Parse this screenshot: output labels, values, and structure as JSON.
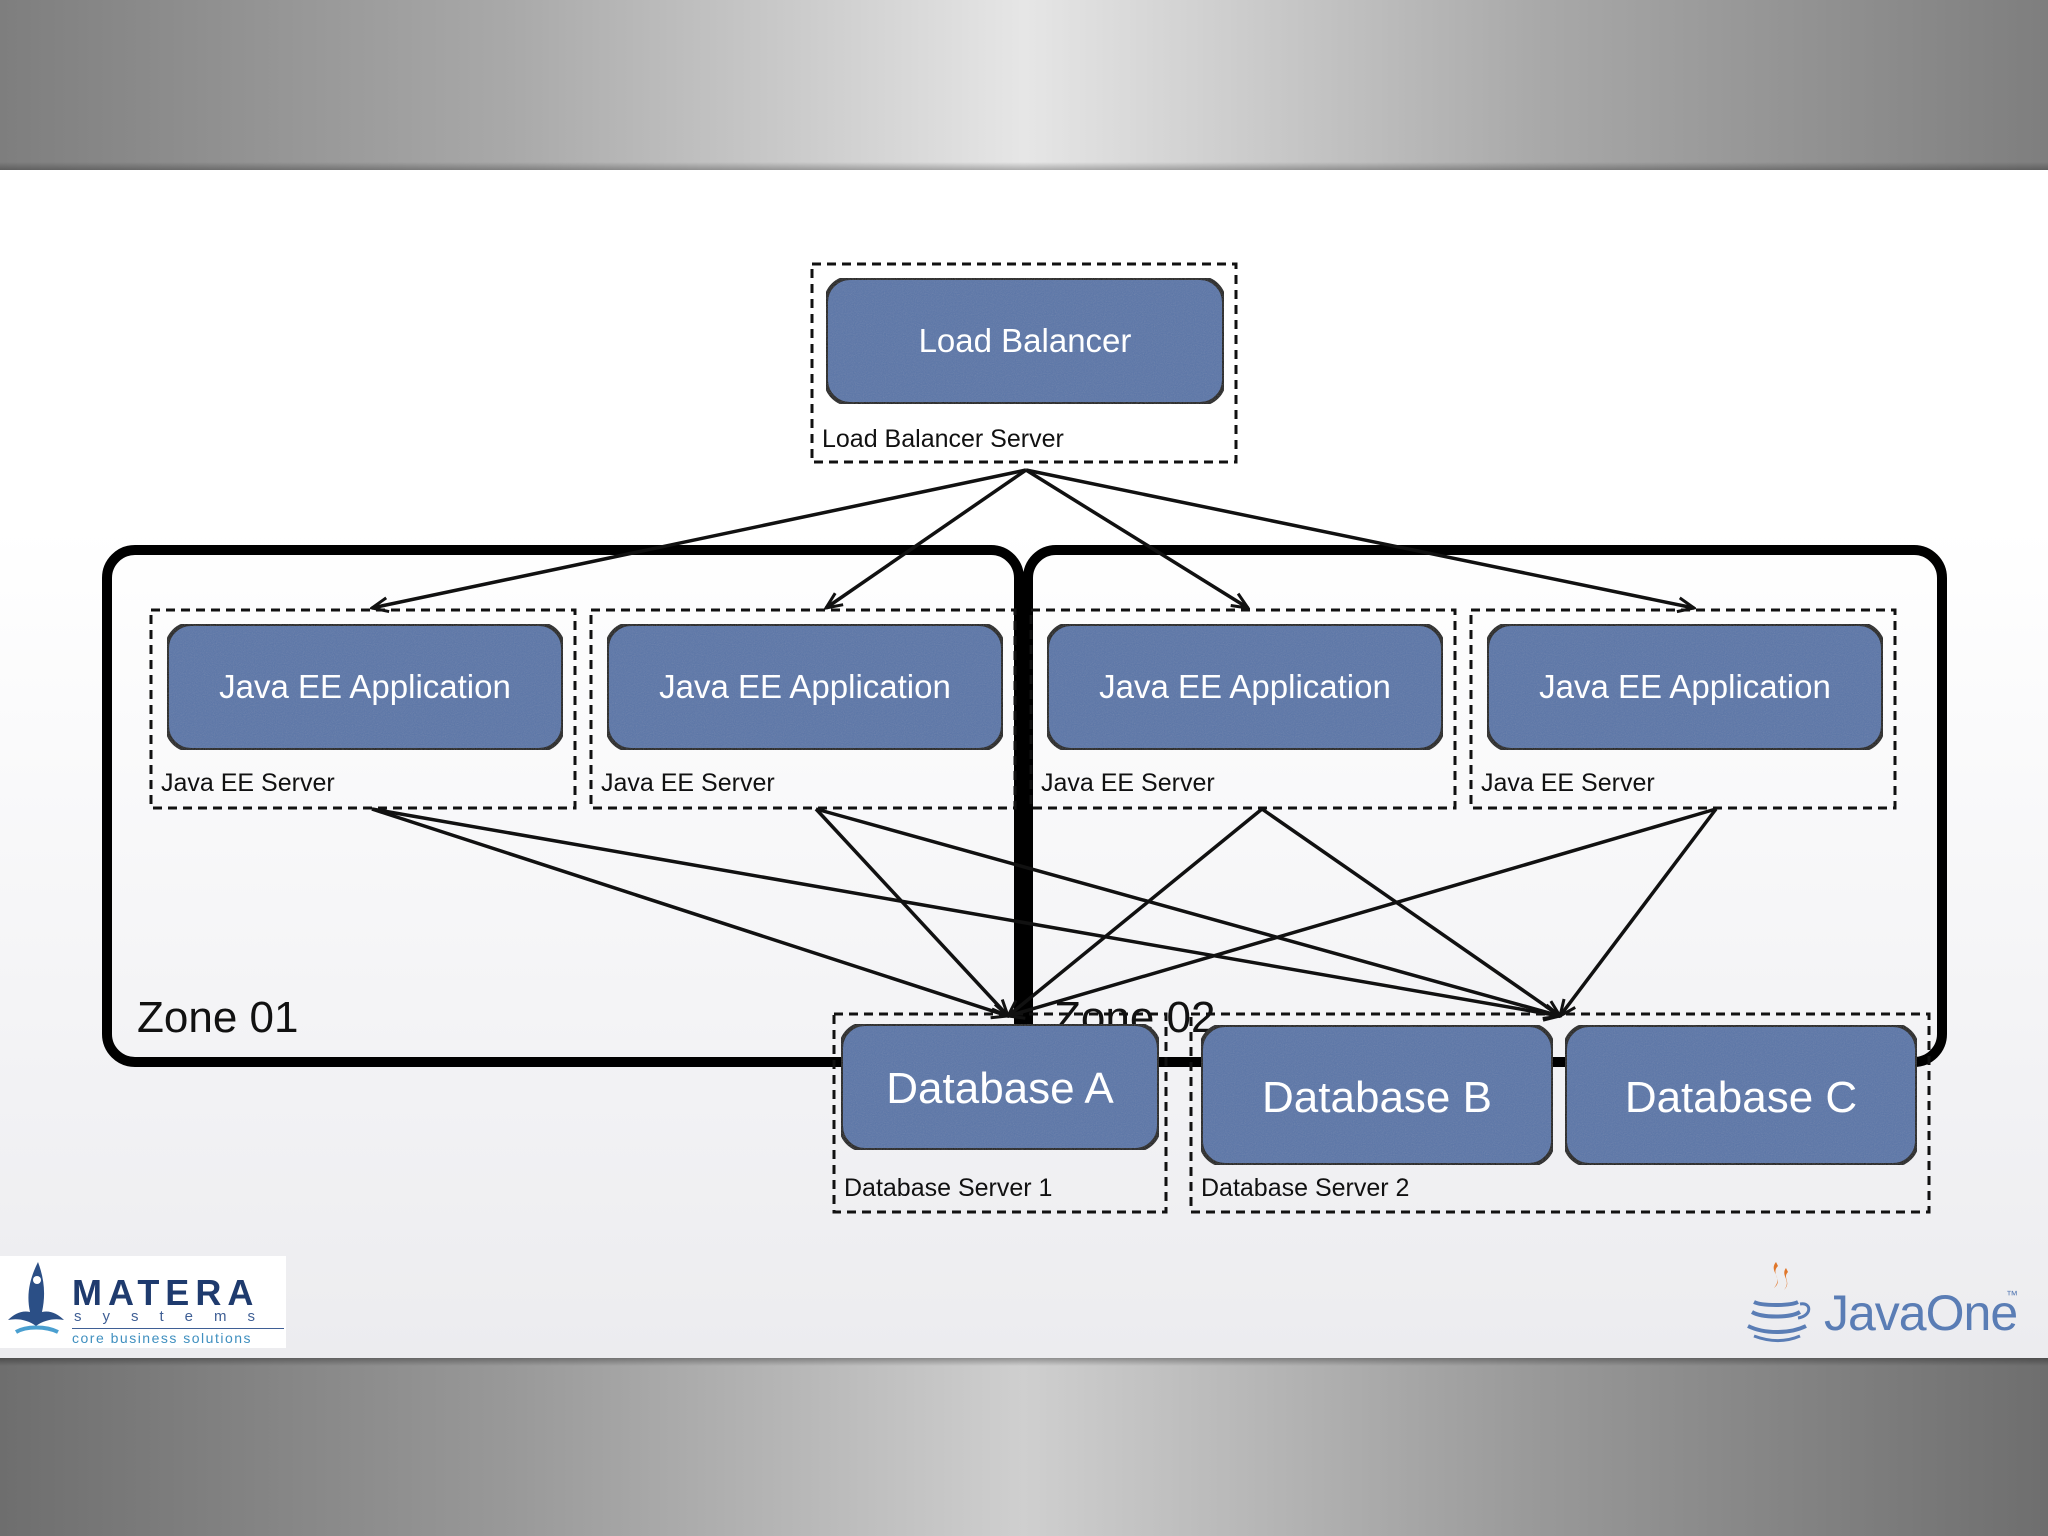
{
  "load_balancer": {
    "label": "Load Balancer",
    "server_label": "Load Balancer Server"
  },
  "zones": [
    {
      "label": "Zone 01",
      "servers": [
        {
          "app_label": "Java EE Application",
          "server_label": "Java EE Server"
        },
        {
          "app_label": "Java EE Application",
          "server_label": "Java EE Server"
        }
      ]
    },
    {
      "label": "Zone 02",
      "servers": [
        {
          "app_label": "Java EE Application",
          "server_label": "Java EE Server"
        },
        {
          "app_label": "Java EE Application",
          "server_label": "Java EE Server"
        }
      ]
    }
  ],
  "database_servers": [
    {
      "label": "Database Server 1",
      "databases": [
        "Database A"
      ]
    },
    {
      "label": "Database Server 2",
      "databases": [
        "Database B",
        "Database C"
      ]
    }
  ],
  "logos": {
    "matera": {
      "name": "MATERA",
      "sub": "systems",
      "tagline": "core business solutions"
    },
    "javaone": {
      "name": "JavaOne",
      "tm": "™"
    }
  },
  "colors": {
    "node_fill": "#5a76a8",
    "node_border": "#1a1a1a",
    "node_text": "#ffffff",
    "line": "#111111"
  }
}
